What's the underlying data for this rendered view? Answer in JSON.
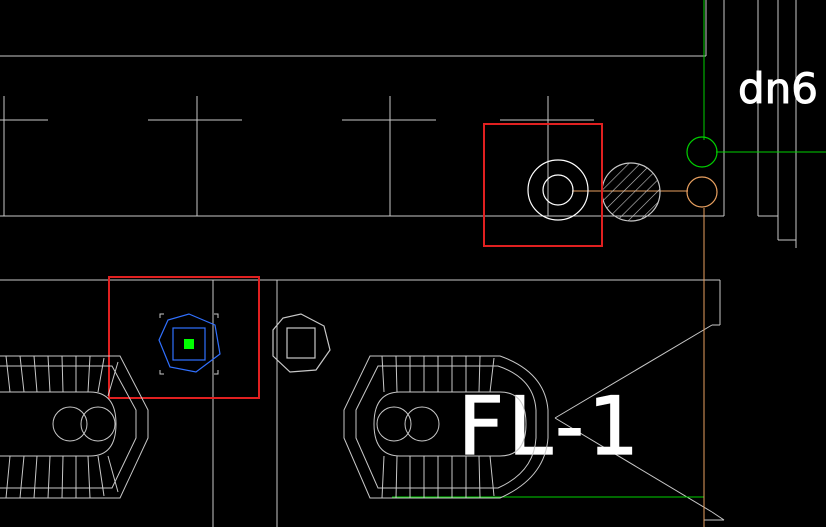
{
  "viewport": {
    "background": "#000000",
    "labels": {
      "pipe_tag": "dn6",
      "fl_tag": "FL-1"
    }
  },
  "colors": {
    "linework": "#c8c8c8",
    "selection_box": "#e02020",
    "grip": "#00ff00",
    "green_line": "#00d000",
    "orange_line": "#e8a060",
    "blue_hex": "#3070ff"
  },
  "objects": [
    {
      "name": "floor-drain-selected",
      "selected": true
    },
    {
      "name": "hatched-pipe-circle",
      "selected": false
    },
    {
      "name": "square-floor-drain-selected",
      "selected": true
    },
    {
      "name": "hex-cleanout",
      "selected": false
    },
    {
      "name": "squat-toilet-left",
      "selected": false
    },
    {
      "name": "squat-toilet-right",
      "selected": false
    }
  ]
}
